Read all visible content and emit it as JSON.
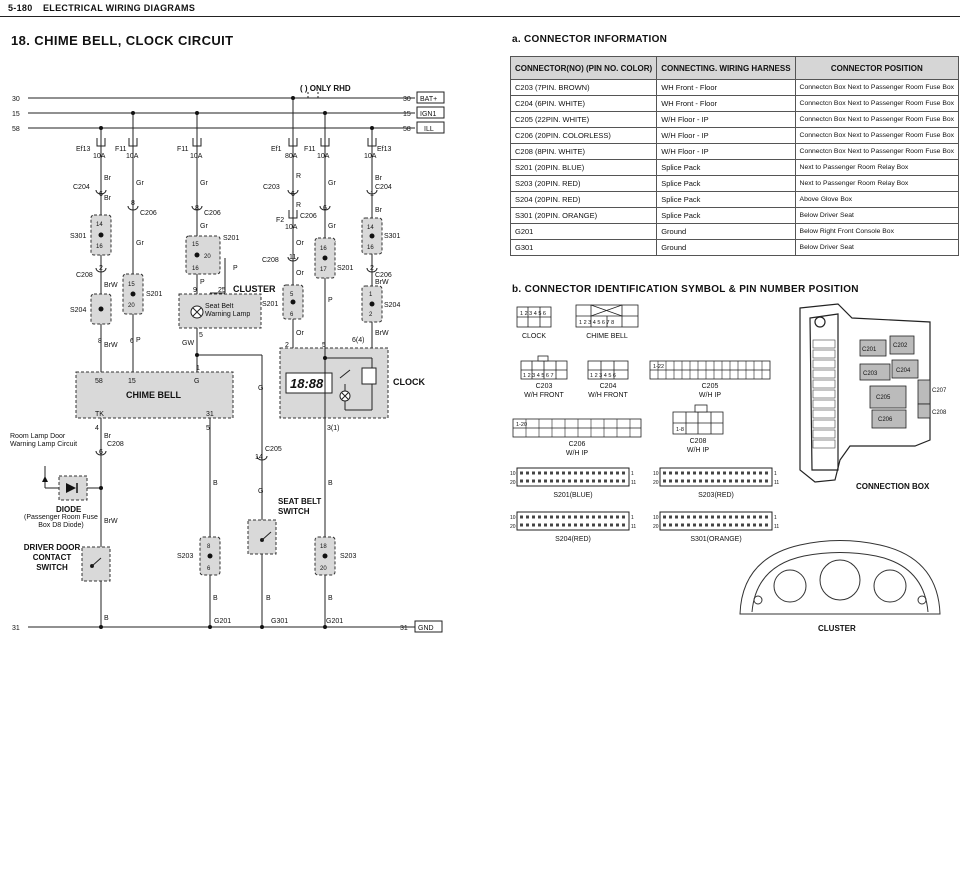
{
  "header": {
    "page": "5-180",
    "section": "ELECTRICAL WIRING DIAGRAMS"
  },
  "title": "18. CHIME BELL, CLOCK CIRCUIT",
  "schematic": {
    "only_rhd": "(     ) ONLY RHD",
    "bus": [
      {
        "left": "30",
        "right": "30",
        "tag": "BAT+"
      },
      {
        "left": "15",
        "right": "15",
        "tag": "IGN1"
      },
      {
        "left": "58",
        "right": "58",
        "tag": "ILL"
      },
      {
        "left": "31",
        "right": "31",
        "tag": "GND"
      }
    ],
    "fuses": [
      "Ef13",
      "F11",
      "F11",
      "Ef1",
      "F11",
      "Ef13"
    ],
    "fuse_ratings": [
      "10A",
      "10A",
      "10A",
      "80A",
      "10A",
      "10A"
    ],
    "f2": "F2",
    "f2_rating": "10A",
    "connectors": {
      "c204": "C204",
      "c206": "C206",
      "c208": "C208",
      "c203": "C203",
      "c205": "C205"
    },
    "splices": {
      "s301": "S301",
      "s201": "S201",
      "s204": "S204",
      "s203": "S203"
    },
    "pins": {
      "p6": "6",
      "p8": "8",
      "p14": "14",
      "p16": "16",
      "p2": "2",
      "p15": "15",
      "p20": "20",
      "p9": "9",
      "p25": "25",
      "p1": "1",
      "p11": "11",
      "p5": "5",
      "p17": "17",
      "p4": "4",
      "p64": "6(4)",
      "p31": "3(1)",
      "p18": "18",
      "p58": "58",
      "p3": "3"
    },
    "wires": {
      "br": "Br",
      "gr": "Gr",
      "r": "R",
      "or": "Or",
      "brw": "BrW",
      "p": "P",
      "gw": "GW",
      "g": "G",
      "b": "B"
    },
    "chime_bell": {
      "label": "CHIME BELL",
      "pins": [
        "58",
        "15",
        "G",
        "TK",
        "31"
      ]
    },
    "cluster": {
      "label": "CLUSTER",
      "lamp": "Seat Belt Warning Lamp"
    },
    "clock": {
      "label": "CLOCK",
      "display": "18:88"
    },
    "room_lamp": "Room Lamp Door Warning Lamp Circuit",
    "diode": {
      "label": "DIODE",
      "note": "(Passenger Room Fuse Box D8 Diode)"
    },
    "door_switch": "DRIVER DOOR CONTACT SWITCH",
    "seat_switch": "SEAT BELT SWITCH",
    "grounds": [
      "G201",
      "G301",
      "G201"
    ]
  },
  "connector_info": {
    "title": "a. CONNECTOR INFORMATION",
    "headers": [
      "CONNECTOR(NO) (PIN NO. COLOR)",
      "CONNECTING. WIRING HARNESS",
      "CONNECTOR POSITION"
    ],
    "rows": [
      [
        "C203 (7PIN. BROWN)",
        "WH Front - Floor",
        "Connectcn Box Next to Passenger Room Fuse Box"
      ],
      [
        "C204 (6PIN. WHITE)",
        "WH Front - Floor",
        "Connectcn Box Next to Passenger Room Fuse Box"
      ],
      [
        "C205 (22PIN. WHITE)",
        "W/H Floor - IP",
        "Connectcn Box Next to Passenger Room Fuse Box"
      ],
      [
        "C206 (20PIN. COLORLESS)",
        "W/H Floor - IP",
        "Connectcn Box Next to Passenger Room Fuse Box"
      ],
      [
        "C208 (8PIN. WHITE)",
        "W/H Floor - IP",
        "Connectcn Box Next to Passenger Room Fuse Box"
      ],
      [
        "S201 (20PIN. BLUE)",
        "Splice Pack",
        "Next to Passenger Room Relay Box"
      ],
      [
        "S203 (20PIN. RED)",
        "Splice Pack",
        "Next to Passenger Room Relay Box"
      ],
      [
        "S204 (20PIN. RED)",
        "Splice Pack",
        "Above Glove Box"
      ],
      [
        "S301 (20PIN. ORANGE)",
        "Splice Pack",
        "Below Driver Seat"
      ],
      [
        "G201",
        "Ground",
        "Below Right Front Console Box"
      ],
      [
        "G301",
        "Ground",
        "Below Driver Seat"
      ]
    ]
  },
  "connector_id": {
    "title": "b. CONNECTOR IDENTIFICATION SYMBOL & PIN NUMBER POSITION",
    "symbols": [
      {
        "name": "CLOCK",
        "pins": "1 2 3 4 5 6"
      },
      {
        "name": "CHIME BELL",
        "pins": "1 2 3 4 5 6 7 8"
      },
      {
        "name": "C203",
        "sub": "W/H FRONT",
        "pins": "1 2 3 4 5 6 7"
      },
      {
        "name": "C204",
        "sub": "W/H FRONT",
        "pins": "1 2 3 4 5 6"
      },
      {
        "name": "C205",
        "sub": "W/H IP",
        "pins": "1-22"
      },
      {
        "name": "C206",
        "sub": "W/H IP",
        "pins": "1-20"
      },
      {
        "name": "C208",
        "sub": "W/H IP",
        "pins": "1-8"
      },
      {
        "name": "S201(BLUE)"
      },
      {
        "name": "S203(RED)"
      },
      {
        "name": "S204(RED)"
      },
      {
        "name": "S301(ORANGE)"
      }
    ],
    "splice_pin_marks": [
      "10",
      "20",
      "1",
      "11"
    ],
    "connection_box": "CONNECTION BOX",
    "box_labels": [
      "C201",
      "C202",
      "C203",
      "C204",
      "C205",
      "C206",
      "C207",
      "C208"
    ],
    "cluster": "CLUSTER"
  }
}
